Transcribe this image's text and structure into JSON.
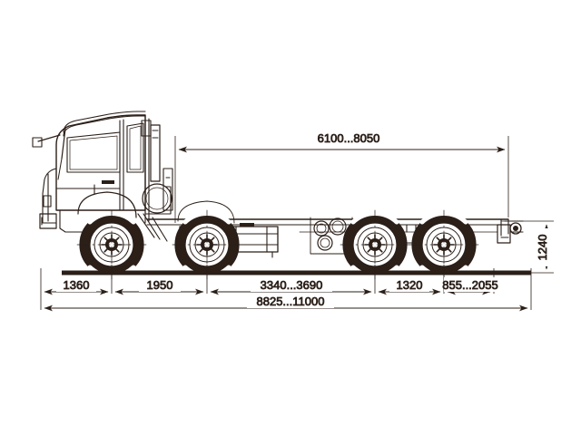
{
  "drawing": {
    "title": "Truck chassis side-view dimensioned technical drawing",
    "subject": "cab-over heavy truck chassis, 8x4 configuration",
    "units": "mm",
    "background_color": "#ffffff",
    "line_color": "#2b1f18",
    "dimensions": {
      "top": {
        "label": "6100...8050",
        "name": "rear-frame-usable-length"
      },
      "vertical_right": {
        "label": "1240",
        "name": "frame-height-above-ground"
      },
      "chain": [
        {
          "label": "1360",
          "name": "front-overhang"
        },
        {
          "label": "1950",
          "name": "front-axle-to-second-axle"
        },
        {
          "label": "3340...3690",
          "name": "second-axle-to-third-axle"
        },
        {
          "label": "1320",
          "name": "rear-tandem-spread"
        },
        {
          "label": "855...2055",
          "name": "rear-overhang"
        }
      ],
      "overall": {
        "label": "8825...11000",
        "name": "overall-length"
      }
    },
    "components": [
      {
        "name": "cab",
        "label": "Cab"
      },
      {
        "name": "front-wheel",
        "label": "Front wheel"
      },
      {
        "name": "second-wheel",
        "label": "Second axle wheel"
      },
      {
        "name": "third-wheel",
        "label": "Third axle wheel"
      },
      {
        "name": "fourth-wheel",
        "label": "Fourth axle wheel"
      },
      {
        "name": "fuel-tank",
        "label": "Fuel tank"
      },
      {
        "name": "air-reservoirs",
        "label": "Air reservoirs"
      },
      {
        "name": "exhaust-stack",
        "label": "Exhaust stack"
      },
      {
        "name": "air-filter",
        "label": "Air filter"
      },
      {
        "name": "mirror-arm",
        "label": "Mirror arm"
      },
      {
        "name": "ground-line",
        "label": "Ground line"
      }
    ]
  }
}
